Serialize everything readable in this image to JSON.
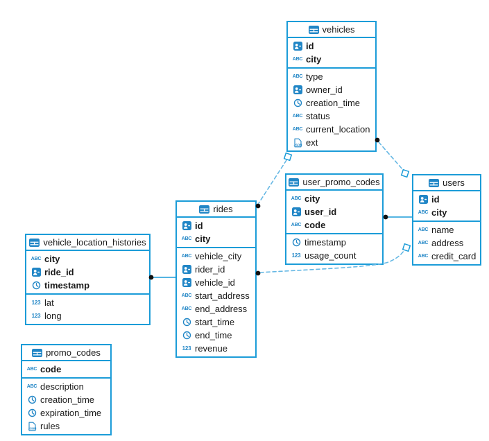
{
  "diagram": {
    "background": "#ffffff",
    "accent_blue": "#1b9cd8",
    "icon_blue": "#2186c6",
    "dashed_line_blue": "#66b8e4",
    "dot_color": "#111111",
    "icon_labels": {
      "abc": "ABC",
      "num": "123",
      "json": "JSON"
    },
    "tables": {
      "vehicles": {
        "title": "vehicles",
        "keys": [
          {
            "name": "id",
            "icon": "id-badge-icon"
          },
          {
            "name": "city",
            "icon": "text-type-icon"
          }
        ],
        "fields": [
          {
            "name": "type",
            "icon": "text-type-icon"
          },
          {
            "name": "owner_id",
            "icon": "id-badge-icon"
          },
          {
            "name": "creation_time",
            "icon": "clock-icon"
          },
          {
            "name": "status",
            "icon": "text-type-icon"
          },
          {
            "name": "current_location",
            "icon": "text-type-icon"
          },
          {
            "name": "ext",
            "icon": "json-icon"
          }
        ]
      },
      "user_promo_codes": {
        "title": "user_promo_codes",
        "keys": [
          {
            "name": "city",
            "icon": "text-type-icon"
          },
          {
            "name": "user_id",
            "icon": "id-badge-icon"
          },
          {
            "name": "code",
            "icon": "text-type-icon"
          }
        ],
        "fields": [
          {
            "name": "timestamp",
            "icon": "clock-icon"
          },
          {
            "name": "usage_count",
            "icon": "number-type-icon"
          }
        ]
      },
      "users": {
        "title": "users",
        "keys": [
          {
            "name": "id",
            "icon": "id-badge-icon"
          },
          {
            "name": "city",
            "icon": "text-type-icon"
          }
        ],
        "fields": [
          {
            "name": "name",
            "icon": "text-type-icon"
          },
          {
            "name": "address",
            "icon": "text-type-icon"
          },
          {
            "name": "credit_card",
            "icon": "text-type-icon"
          }
        ]
      },
      "rides": {
        "title": "rides",
        "keys": [
          {
            "name": "id",
            "icon": "id-badge-icon"
          },
          {
            "name": "city",
            "icon": "text-type-icon"
          }
        ],
        "fields": [
          {
            "name": "vehicle_city",
            "icon": "text-type-icon"
          },
          {
            "name": "rider_id",
            "icon": "id-badge-icon"
          },
          {
            "name": "vehicle_id",
            "icon": "id-badge-icon"
          },
          {
            "name": "start_address",
            "icon": "text-type-icon"
          },
          {
            "name": "end_address",
            "icon": "text-type-icon"
          },
          {
            "name": "start_time",
            "icon": "clock-icon"
          },
          {
            "name": "end_time",
            "icon": "clock-icon"
          },
          {
            "name": "revenue",
            "icon": "number-type-icon"
          }
        ]
      },
      "vehicle_location_histories": {
        "title": "vehicle_location_histories",
        "keys": [
          {
            "name": "city",
            "icon": "text-type-icon"
          },
          {
            "name": "ride_id",
            "icon": "id-badge-icon"
          },
          {
            "name": "timestamp",
            "icon": "clock-icon"
          }
        ],
        "fields": [
          {
            "name": "lat",
            "icon": "number-type-icon"
          },
          {
            "name": "long",
            "icon": "number-type-icon"
          }
        ]
      },
      "promo_codes": {
        "title": "promo_codes",
        "keys": [
          {
            "name": "code",
            "icon": "text-type-icon"
          }
        ],
        "fields": [
          {
            "name": "description",
            "icon": "text-type-icon"
          },
          {
            "name": "creation_time",
            "icon": "clock-icon"
          },
          {
            "name": "expiration_time",
            "icon": "clock-icon"
          },
          {
            "name": "rules",
            "icon": "json-icon"
          }
        ]
      }
    },
    "relationships": [
      {
        "from": "vehicle_location_histories",
        "to": "rides",
        "line": "solid"
      },
      {
        "from": "user_promo_codes",
        "to": "users",
        "line": "solid"
      },
      {
        "from": "vehicles",
        "to": "users",
        "line": "dashed"
      },
      {
        "from": "vehicles",
        "to": "rides",
        "line": "dashed"
      },
      {
        "from": "rides",
        "to": "users",
        "line": "dashed"
      }
    ]
  }
}
